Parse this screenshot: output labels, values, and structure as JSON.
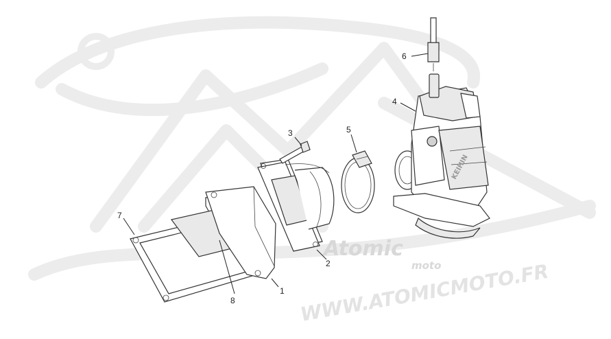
{
  "diagram": {
    "callouts": [
      {
        "id": "1",
        "label": "1"
      },
      {
        "id": "2",
        "label": "2"
      },
      {
        "id": "3",
        "label": "3"
      },
      {
        "id": "4",
        "label": "4"
      },
      {
        "id": "5",
        "label": "5"
      },
      {
        "id": "6",
        "label": "6"
      },
      {
        "id": "7",
        "label": "7"
      },
      {
        "id": "8",
        "label": "8"
      }
    ],
    "watermark": {
      "logo_text": "Atomic",
      "logo_sub": "moto",
      "url": "WWW.ATOMICMOTO.FR"
    },
    "carb_brand": "KEIHIN"
  }
}
